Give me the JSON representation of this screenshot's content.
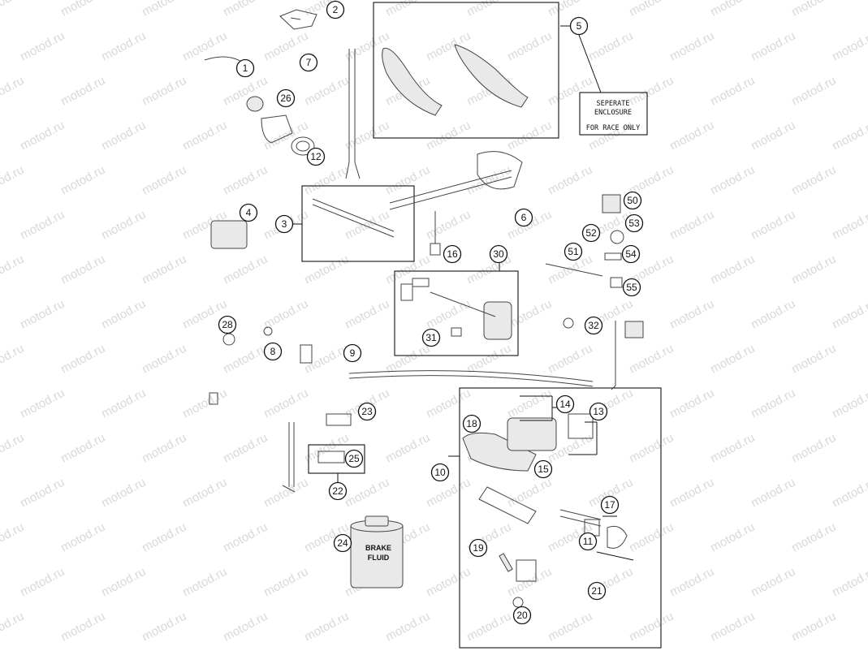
{
  "watermark": "motod.ru",
  "note": {
    "line1": "SEPERATE",
    "line2": "ENCLOSURE",
    "line3": "FOR RACE ONLY"
  },
  "fluid_can": {
    "line1": "BRAKE",
    "line2": "FLUID"
  },
  "callouts": [
    "1",
    "2",
    "3",
    "4",
    "5",
    "6",
    "7",
    "8",
    "9",
    "10",
    "11",
    "12",
    "13",
    "14",
    "15",
    "16",
    "17",
    "18",
    "19",
    "20",
    "21",
    "22",
    "23",
    "24",
    "25",
    "26",
    "28",
    "30",
    "31",
    "32",
    "50",
    "51",
    "52",
    "53",
    "54",
    "55"
  ]
}
